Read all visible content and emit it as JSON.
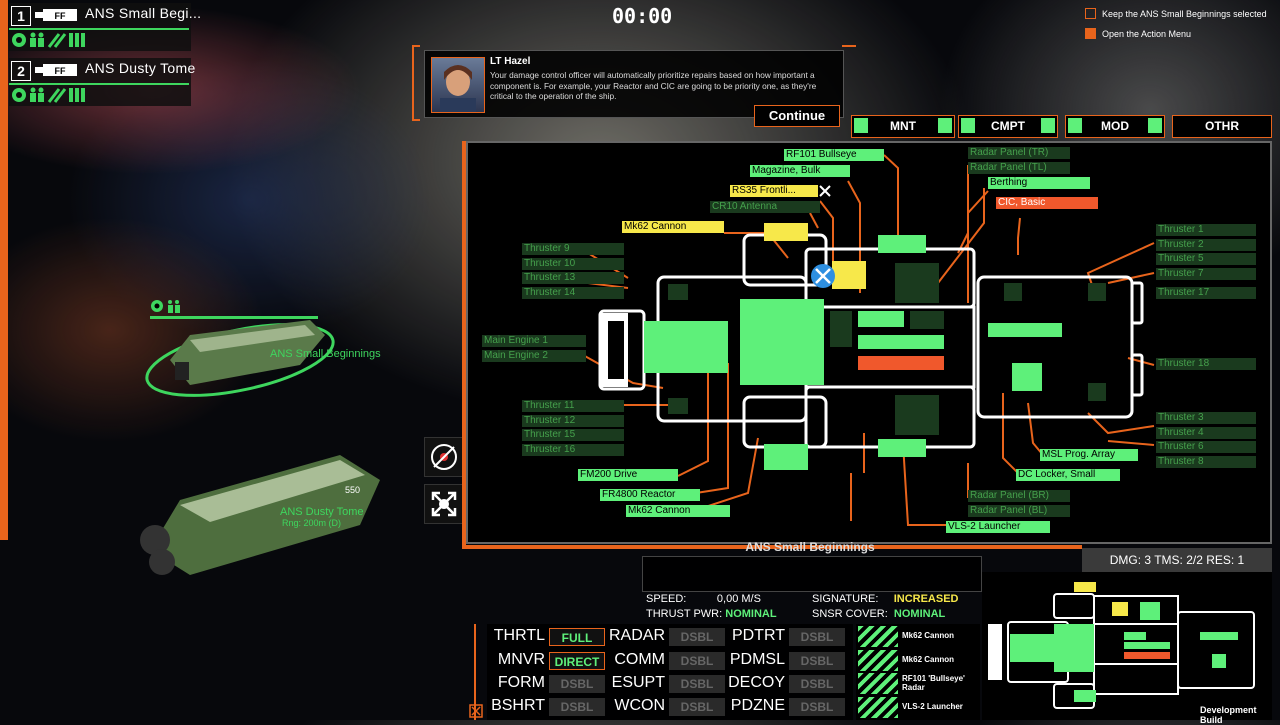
{
  "timer": "00:00",
  "fleet": [
    {
      "num": "1",
      "tag": "FF",
      "name": "ANS Small Begi..."
    },
    {
      "num": "2",
      "tag": "FF",
      "name": "ANS Dusty Tome"
    }
  ],
  "options": [
    {
      "label": "Keep the ANS Small Beginnings selected",
      "checked": false
    },
    {
      "label": "Open the Action Menu",
      "checked": true
    }
  ],
  "dialog": {
    "speaker": "LT Hazel",
    "text": "Your damage control officer will automatically prioritize repairs based on how important a component is.  For example, your Reactor and CIC are going to be priority one, as they're critical to the operation of the ship.",
    "continue": "Continue"
  },
  "tabs": [
    "MNT",
    "CMPT",
    "MOD",
    "OTHR"
  ],
  "components": {
    "rf101": "RF101 Bullseye",
    "magazine": "Magazine, Bulk",
    "rs35": "RS35 Frontli...",
    "cr10": "CR10 Antenna",
    "mk62_top": "Mk62 Cannon",
    "radar_tr": "Radar Panel (TR)",
    "radar_tl": "Radar Panel (TL)",
    "berthing": "Berthing",
    "cic": "CIC, Basic",
    "thr9": "Thruster 9",
    "thr10": "Thruster 10",
    "thr13": "Thruster 13",
    "thr14": "Thruster 14",
    "main1": "Main Engine 1",
    "main2": "Main Engine 2",
    "thr11": "Thruster 11",
    "thr12": "Thruster 12",
    "thr15": "Thruster 15",
    "thr16": "Thruster 16",
    "thr1": "Thruster 1",
    "thr2": "Thruster 2",
    "thr5": "Thruster 5",
    "thr7": "Thruster 7",
    "thr17": "Thruster 17",
    "thr18": "Thruster 18",
    "thr3": "Thruster 3",
    "thr4": "Thruster 4",
    "thr6": "Thruster 6",
    "thr8": "Thruster 8",
    "fm200": "FM200 Drive",
    "fr4800": "FR4800 Reactor",
    "mk62_bot": "Mk62 Cannon",
    "msl": "MSL Prog. Array",
    "dc": "DC Locker, Small",
    "radar_br": "Radar Panel (BR)",
    "radar_bl": "Radar Panel (BL)",
    "vls": "VLS-2 Launcher"
  },
  "ship_title": "ANS Small Beginnings",
  "status": {
    "speed_label": "SPEED:",
    "speed": "0,00 M/S",
    "thrust_label": "THRUST PWR:",
    "thrust": "NOMINAL",
    "sig_label": "SIGNATURE:",
    "sig": "INCREASED",
    "snsr_label": "SNSR COVER:",
    "snsr": "NOMINAL"
  },
  "controls": [
    {
      "label": "THRTL",
      "value": "FULL"
    },
    {
      "label": "MNVR",
      "value": "DIRECT"
    },
    {
      "label": "FORM",
      "value": "DSBL"
    },
    {
      "label": "BSHRT",
      "value": "DSBL"
    },
    {
      "label": "RADAR",
      "value": "DSBL"
    },
    {
      "label": "COMM",
      "value": "DSBL"
    },
    {
      "label": "ESUPT",
      "value": "DSBL"
    },
    {
      "label": "WCON",
      "value": "DSBL"
    },
    {
      "label": "PDTRT",
      "value": "DSBL"
    },
    {
      "label": "PDMSL",
      "value": "DSBL"
    },
    {
      "label": "DECOY",
      "value": "DSBL"
    },
    {
      "label": "PDZNE",
      "value": "DSBL"
    }
  ],
  "weapons": [
    "Mk62 Cannon",
    "Mk62 Cannon",
    "RF101 'Bullseye' Radar",
    "VLS-2 Launcher"
  ],
  "dmg": "DMG: 3 TMS: 2/2 RES: 1",
  "dev_build": "Development Build",
  "world": {
    "ship1": "ANS Small Beginnings",
    "ship2": "ANS Dusty Tome",
    "ship2_sub": "Rng: 200m (D)",
    "hull_text": "550"
  },
  "colors": {
    "accent": "#e8641c",
    "ok": "#5ef07a",
    "warn": "#f7e84a",
    "damaged": "#f0582c"
  }
}
